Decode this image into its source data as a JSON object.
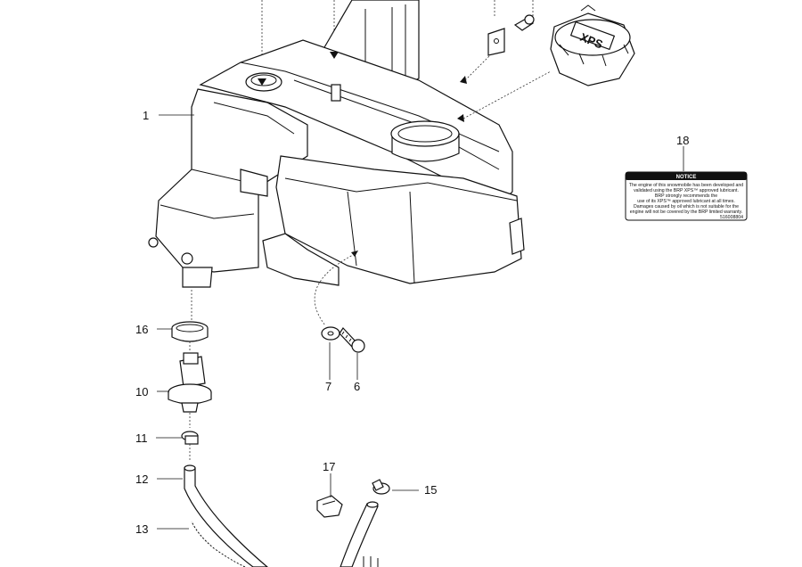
{
  "callouts": {
    "c1": "1",
    "c6": "6",
    "c7": "7",
    "c10": "10",
    "c11": "11",
    "c12": "12",
    "c13": "13",
    "c15": "15",
    "c16": "16",
    "c17": "17",
    "c18": "18"
  },
  "cap_logo": "XPS",
  "notice": {
    "heading": "NOTICE",
    "lines": [
      "The engine of this snowmobile has been developed and",
      "validated using the BRP  XPS™ approved lubricant.",
      "BRP strongly recommends the",
      "use of its  XPS™ approved lubricant at all times.",
      "Damages caused by oil which is not suitable for the",
      "engine will not be covered by the BRP limited warranty."
    ],
    "code": "516008804"
  }
}
